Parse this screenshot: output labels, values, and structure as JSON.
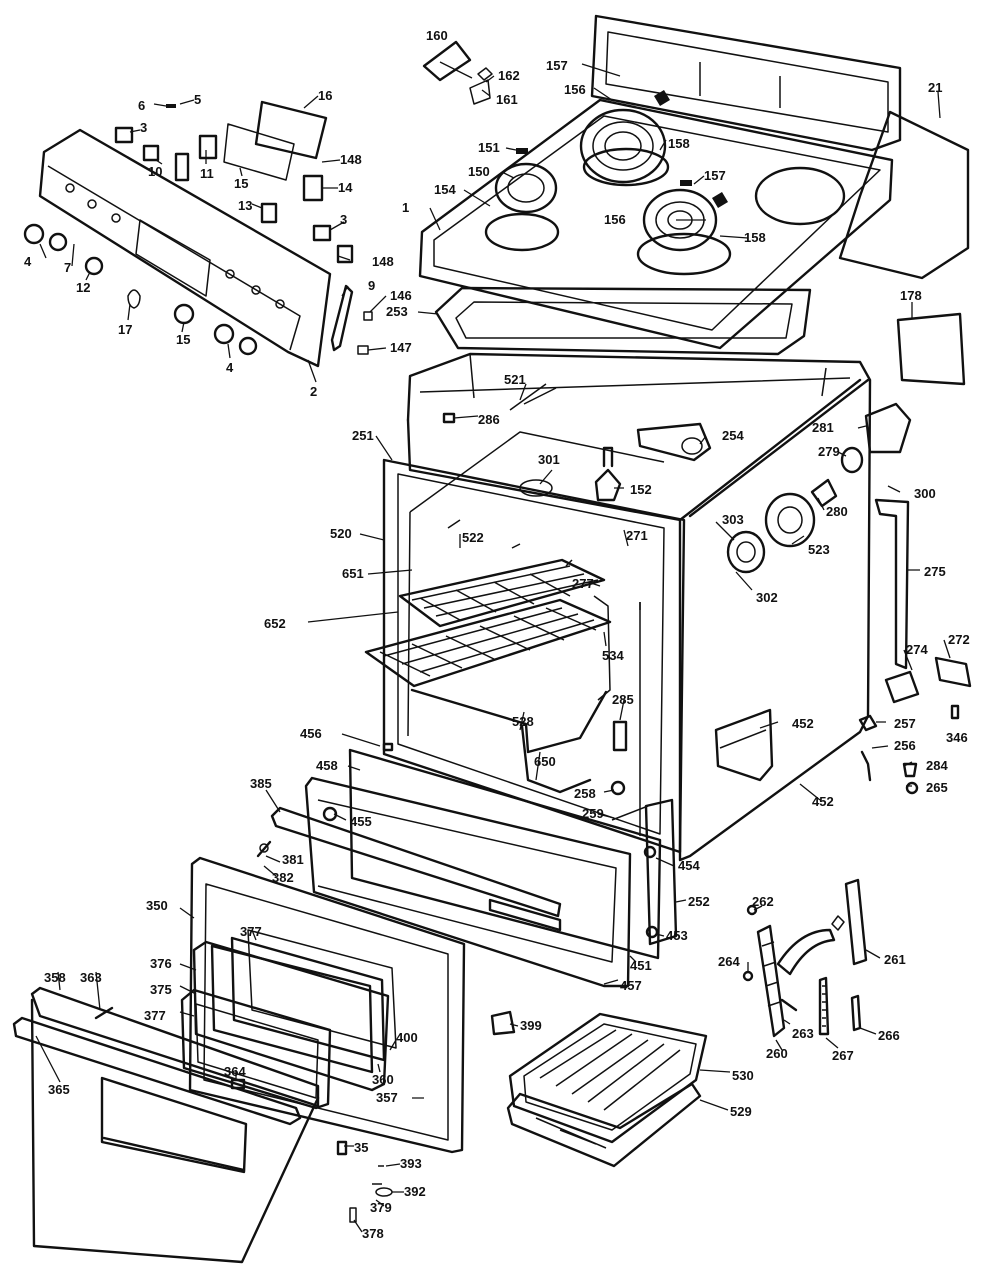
{
  "callouts": [
    {
      "id": "160"
    },
    {
      "id": "162"
    },
    {
      "id": "161"
    },
    {
      "id": "157"
    },
    {
      "id": "156"
    },
    {
      "id": "158"
    },
    {
      "id": "21"
    },
    {
      "id": "151"
    },
    {
      "id": "150"
    },
    {
      "id": "154"
    },
    {
      "id": "1"
    },
    {
      "id": "157"
    },
    {
      "id": "156"
    },
    {
      "id": "158"
    },
    {
      "id": "16"
    },
    {
      "id": "6"
    },
    {
      "id": "5"
    },
    {
      "id": "3"
    },
    {
      "id": "10"
    },
    {
      "id": "11"
    },
    {
      "id": "15"
    },
    {
      "id": "148"
    },
    {
      "id": "14"
    },
    {
      "id": "13"
    },
    {
      "id": "3"
    },
    {
      "id": "4"
    },
    {
      "id": "7"
    },
    {
      "id": "12"
    },
    {
      "id": "148"
    },
    {
      "id": "9"
    },
    {
      "id": "146"
    },
    {
      "id": "147"
    },
    {
      "id": "17"
    },
    {
      "id": "15"
    },
    {
      "id": "4"
    },
    {
      "id": "2"
    },
    {
      "id": "253"
    },
    {
      "id": "178"
    },
    {
      "id": "521"
    },
    {
      "id": "286"
    },
    {
      "id": "254"
    },
    {
      "id": "281"
    },
    {
      "id": "251"
    },
    {
      "id": "301"
    },
    {
      "id": "279"
    },
    {
      "id": "300"
    },
    {
      "id": "152"
    },
    {
      "id": "280"
    },
    {
      "id": "520"
    },
    {
      "id": "522"
    },
    {
      "id": "271"
    },
    {
      "id": "303"
    },
    {
      "id": "523"
    },
    {
      "id": "651"
    },
    {
      "id": "277"
    },
    {
      "id": "302"
    },
    {
      "id": "275"
    },
    {
      "id": "652"
    },
    {
      "id": "534"
    },
    {
      "id": "274"
    },
    {
      "id": "272"
    },
    {
      "id": "285"
    },
    {
      "id": "528"
    },
    {
      "id": "452"
    },
    {
      "id": "257"
    },
    {
      "id": "346"
    },
    {
      "id": "456"
    },
    {
      "id": "256"
    },
    {
      "id": "458"
    },
    {
      "id": "650"
    },
    {
      "id": "284"
    },
    {
      "id": "265"
    },
    {
      "id": "385"
    },
    {
      "id": "258"
    },
    {
      "id": "452"
    },
    {
      "id": "455"
    },
    {
      "id": "259"
    },
    {
      "id": "454"
    },
    {
      "id": "381"
    },
    {
      "id": "382"
    },
    {
      "id": "252"
    },
    {
      "id": "262"
    },
    {
      "id": "350"
    },
    {
      "id": "453"
    },
    {
      "id": "377"
    },
    {
      "id": "261"
    },
    {
      "id": "376"
    },
    {
      "id": "264"
    },
    {
      "id": "451"
    },
    {
      "id": "457"
    },
    {
      "id": "358"
    },
    {
      "id": "363"
    },
    {
      "id": "375"
    },
    {
      "id": "377"
    },
    {
      "id": "399"
    },
    {
      "id": "263"
    },
    {
      "id": "266"
    },
    {
      "id": "400"
    },
    {
      "id": "260"
    },
    {
      "id": "267"
    },
    {
      "id": "365"
    },
    {
      "id": "360"
    },
    {
      "id": "364"
    },
    {
      "id": "530"
    },
    {
      "id": "357"
    },
    {
      "id": "529"
    },
    {
      "id": "35"
    },
    {
      "id": "393"
    },
    {
      "id": "392"
    },
    {
      "id": "379"
    },
    {
      "id": "378"
    }
  ]
}
